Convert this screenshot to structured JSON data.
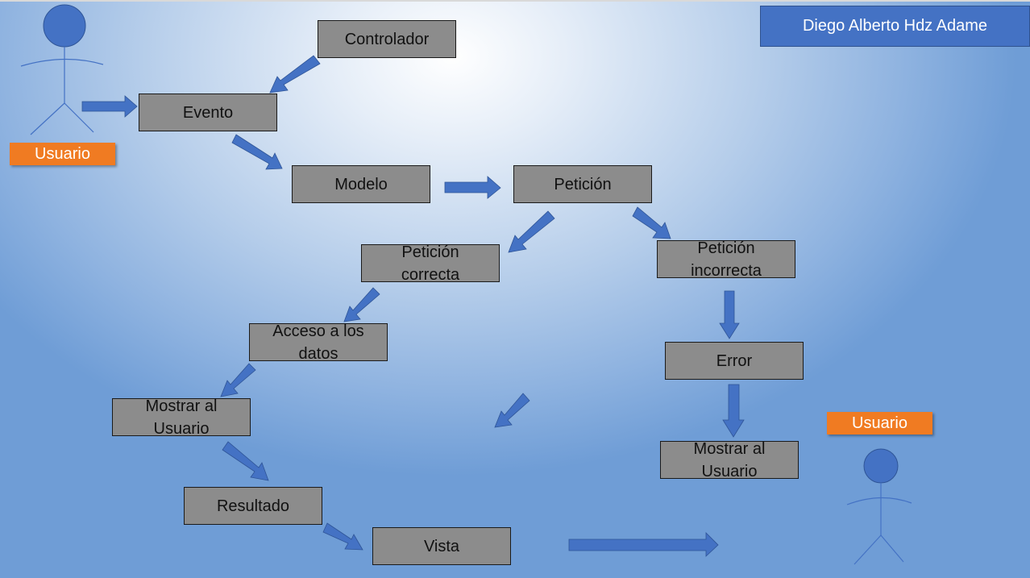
{
  "author": "Diego Alberto Hdz Adame",
  "actors": {
    "user_start_label": "Usuario",
    "user_end_label": "Usuario"
  },
  "nodes": {
    "controlador": "Controlador",
    "evento": "Evento",
    "modelo": "Modelo",
    "peticion": "Petición",
    "peticion_correcta": "Petición correcta",
    "peticion_incorrecta": "Petición incorrecta",
    "acceso_datos": "Acceso a los datos",
    "mostrar_usuario_left": "Mostrar al Usuario",
    "resultado": "Resultado",
    "vista": "Vista",
    "error": "Error",
    "mostrar_usuario_right": "Mostrar al Usuario"
  },
  "colors": {
    "node_fill": "#8c8c8c",
    "arrow_fill": "#4472c4",
    "badge_fill": "#f07b22",
    "title_fill": "#4472c4"
  }
}
